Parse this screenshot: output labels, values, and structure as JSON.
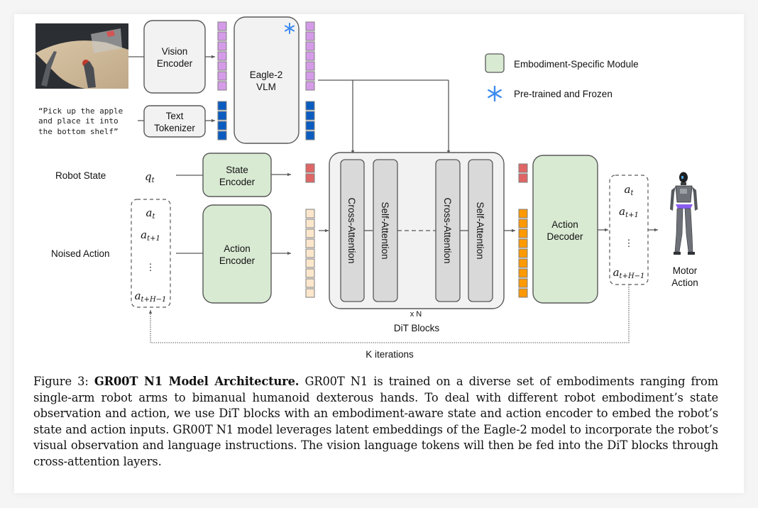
{
  "figure": {
    "inputs": {
      "image_alt": "Robot camera view: two robot arms over a table with an apple and a shelf",
      "instruction_lines": [
        "“Pick up the apple",
        "and place it into",
        "the bottom shelf”"
      ],
      "robot_state_label": "Robot State",
      "robot_state_symbol": "q",
      "robot_state_subscript": "t",
      "noised_action_label": "Noised Action"
    },
    "modules": {
      "vision_encoder": [
        "Vision",
        "Encoder"
      ],
      "text_tokenizer": [
        "Text",
        "Tokenizer"
      ],
      "vlm": [
        "Eagle-2",
        "VLM"
      ],
      "state_encoder": [
        "State",
        "Encoder"
      ],
      "action_encoder": [
        "Action",
        "Encoder"
      ],
      "action_decoder": [
        "Action",
        "Decoder"
      ],
      "cross_attention": "Cross-Attention",
      "self_attention": "Self-Attention",
      "dit_repeat": "x N",
      "dit_label": "DiT Blocks"
    },
    "action_sequence": {
      "items": [
        {
          "base": "a",
          "sub": "t"
        },
        {
          "base": "a",
          "sub": "t+1"
        },
        {
          "base": "⋮",
          "sub": ""
        },
        {
          "base": "a",
          "sub": "t+H−1"
        }
      ]
    },
    "output_label": [
      "Motor",
      "Action"
    ],
    "loop_label": "K iterations",
    "legend": [
      {
        "icon": "green-module-swatch",
        "label": "Embodiment-Specific Module"
      },
      {
        "icon": "snowflake-icon",
        "label": "Pre-trained and Frozen"
      }
    ],
    "colors": {
      "module_gray": "#f2f2f2",
      "module_green": "#d9ead3",
      "attention_gray": "#d9d9d9",
      "stroke": "#595959",
      "vision_token": "#d59be8",
      "text_token": "#0b5cc1",
      "state_token": "#e06666",
      "noised_action_token": "#fde7cc",
      "denoised_action_token": "#ff9900",
      "snowflake": "#3d8bf0"
    },
    "token_counts": {
      "vision": 7,
      "text": 4,
      "state": 2,
      "action": 9
    }
  },
  "caption": {
    "prefix": "Figure 3: ",
    "title": "GR00T N1 Model Architecture.",
    "body": " GR00T N1 is trained on a diverse set of embodiments ranging from single-arm robot arms to bimanual humanoid dexterous hands. To deal with different robot embodiment’s state observation and action, we use DiT blocks with an embodiment-aware state and action encoder to embed the robot’s state and action inputs. GR00T N1 model leverages latent embeddings of the Eagle-2 model to incorporate the robot’s visual observation and language instructions. The vision language tokens will then be fed into the DiT blocks through cross-attention layers."
  }
}
